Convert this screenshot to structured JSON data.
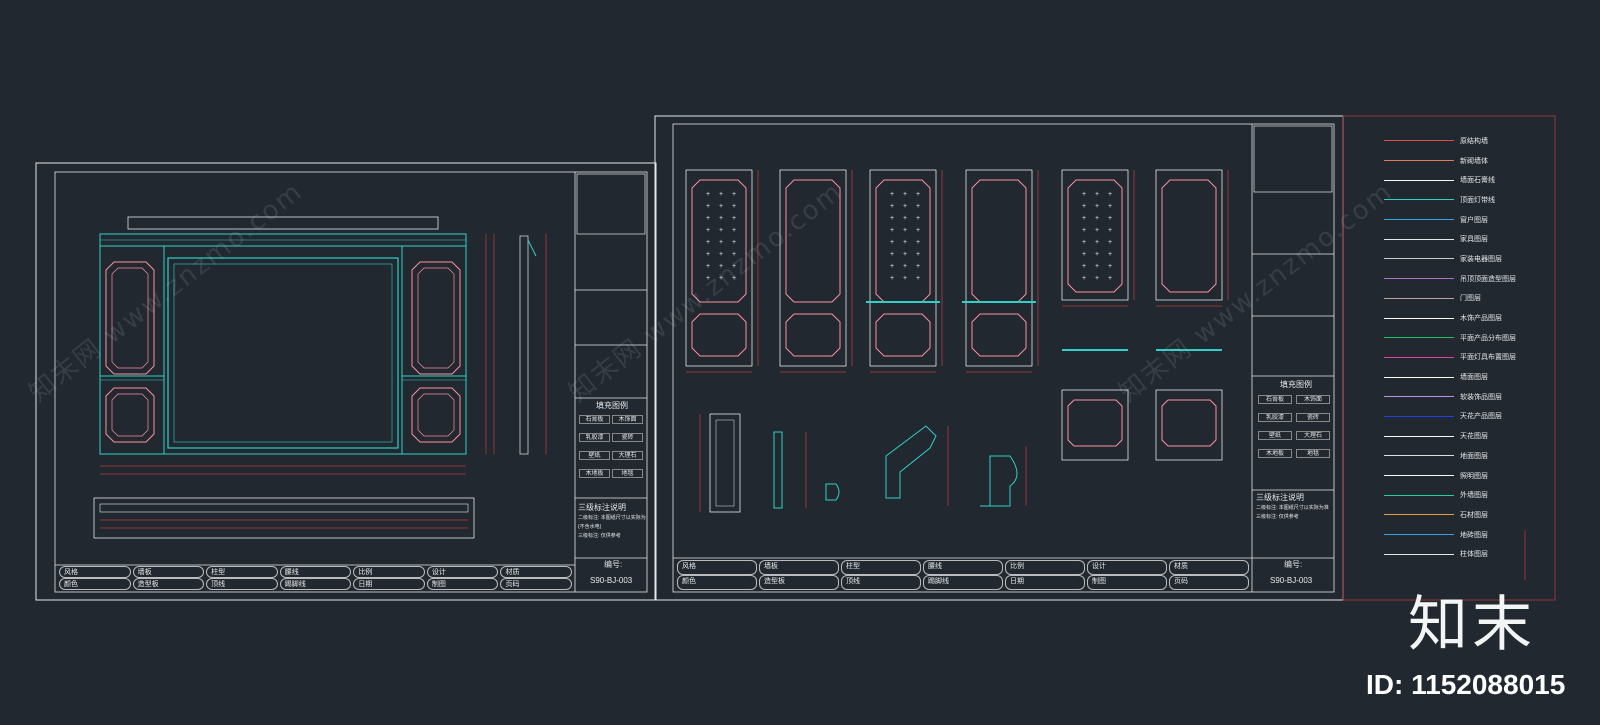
{
  "colors": {
    "background": "#212830",
    "frame": "#e8e8e8",
    "panel_outline": "#ff8fa0",
    "cyan": "#2fd0c8",
    "red_dim": "#b23c3c"
  },
  "sheet_left": {
    "material_title": "填充图例",
    "materials": [
      "石膏板",
      "木饰面",
      "乳胶漆",
      "瓷砖",
      "壁纸",
      "大理石",
      "木地板",
      "地毯"
    ],
    "notes_title": "三级标注说明",
    "notes": [
      "二级标注: 本图纸尺寸以实际为准",
      "(不含水电)",
      "三级标注: 仅供参考"
    ],
    "code_label": "编号:",
    "code": "S90-BJ-003",
    "title_row1": [
      "风格",
      "墙板",
      "柱型",
      "腰线",
      "比例",
      "设计",
      "材质"
    ],
    "title_row2": [
      "颜色",
      "造型板",
      "顶线",
      "踢脚线",
      "日期",
      "制图",
      "页码"
    ]
  },
  "sheet_right": {
    "material_title": "填充图例",
    "materials": [
      "石膏板",
      "木饰面",
      "乳胶漆",
      "瓷砖",
      "壁纸",
      "大理石",
      "木地板",
      "地毯"
    ],
    "notes_title": "三级标注说明",
    "notes": [
      "二级标注: 本图纸尺寸以实际为准",
      "三级标注: 仅供参考"
    ],
    "code_label": "编号:",
    "code": "S90-BJ-003",
    "title_row1": [
      "风格",
      "墙板",
      "柱型",
      "腰线",
      "比例",
      "设计",
      "材质"
    ],
    "title_row2": [
      "颜色",
      "造型板",
      "顶线",
      "踢脚线",
      "日期",
      "制图",
      "页码"
    ]
  },
  "legend": {
    "items": [
      {
        "label": "原结构墙",
        "color": "#d94a4a"
      },
      {
        "label": "新砌墙体",
        "color": "#e07a5f"
      },
      {
        "label": "墙面石膏线",
        "color": "#ffffff"
      },
      {
        "label": "顶面灯带线",
        "color": "#2fd0c8"
      },
      {
        "label": "窗户图层",
        "color": "#3aa0e0"
      },
      {
        "label": "家具图层",
        "color": "#e8e8e8"
      },
      {
        "label": "家装电器图层",
        "color": "#cccccc"
      },
      {
        "label": "吊顶顶面造型图层",
        "color": "#b070c0"
      },
      {
        "label": "门图层",
        "color": "#c0a0a0"
      },
      {
        "label": "木饰产品图层",
        "color": "#ffffff"
      },
      {
        "label": "平面产品分布图层",
        "color": "#20c060"
      },
      {
        "label": "平面灯具布置图层",
        "color": "#e040a0"
      },
      {
        "label": "墙面图层",
        "color": "#ffffff"
      },
      {
        "label": "软装饰品图层",
        "color": "#b890e0"
      },
      {
        "label": "天花产品图层",
        "color": "#2040e0"
      },
      {
        "label": "天花图层",
        "color": "#ffffff"
      },
      {
        "label": "地面图层",
        "color": "#dddddd"
      },
      {
        "label": "照明图层",
        "color": "#ffffff"
      },
      {
        "label": "外墙图层",
        "color": "#20d0a0"
      },
      {
        "label": "石材图层",
        "color": "#e0a040"
      },
      {
        "label": "地砖图层",
        "color": "#3aa0e0"
      },
      {
        "label": "柱体图层",
        "color": "#e8e8e8"
      }
    ]
  },
  "watermarks": [
    "知末网 www.znzmo.com",
    "知末网 www.znzmo.com",
    "知末网 www.znzmo.com"
  ],
  "brand": {
    "logo_text": "知末",
    "id_text": "ID: 1152088015"
  }
}
